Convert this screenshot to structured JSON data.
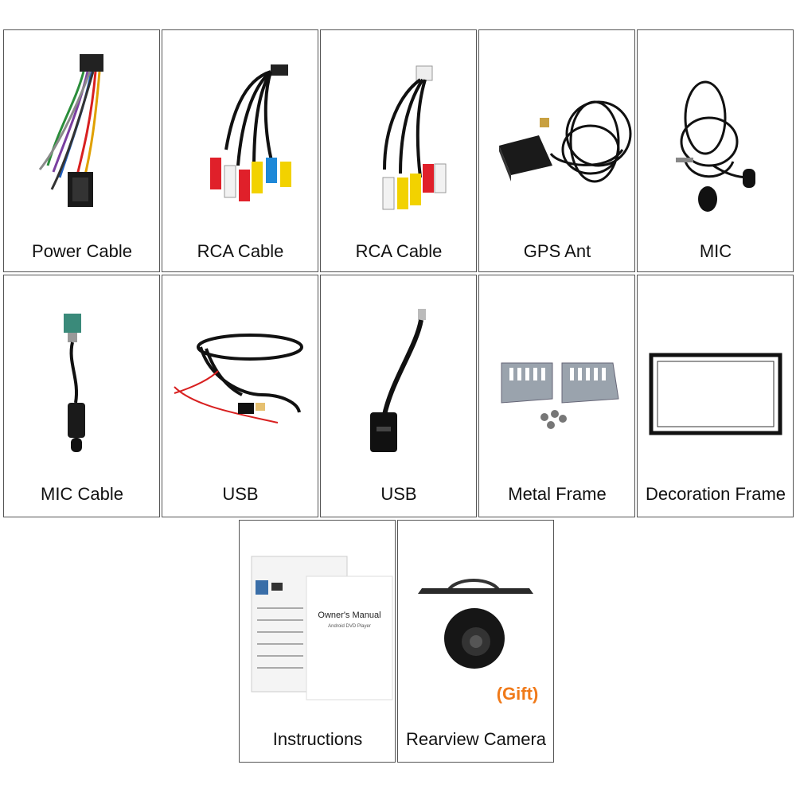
{
  "items": [
    {
      "label": "Power Cable",
      "icon": "power-cable-harness"
    },
    {
      "label": "RCA Cable",
      "icon": "rca-cable"
    },
    {
      "label": "RCA Cable",
      "icon": "rca-cable"
    },
    {
      "label": "GPS Ant",
      "icon": "gps-antenna"
    },
    {
      "label": "MIC",
      "icon": "microphone"
    },
    {
      "label": "MIC Cable",
      "icon": "mic-cable"
    },
    {
      "label": "USB",
      "icon": "usb-cable-long"
    },
    {
      "label": "USB",
      "icon": "usb-cable-short"
    },
    {
      "label": "Metal Frame",
      "icon": "metal-brackets"
    },
    {
      "label": "Decoration Frame",
      "icon": "decoration-frame"
    },
    {
      "label": "Instructions",
      "icon": "owners-manual"
    },
    {
      "label": "Rearview Camera",
      "icon": "rearview-camera"
    }
  ],
  "manual": {
    "title": "Owner's Manual",
    "subtitle": "Android DVD Player"
  },
  "gift_text": "(Gift)",
  "colors": {
    "border": "#555555",
    "gift": "#f07a1a",
    "rca_red": "#e0202a",
    "rca_yellow": "#f2d200",
    "rca_white": "#f2f2f2",
    "rca_blue": "#1e88d8"
  }
}
